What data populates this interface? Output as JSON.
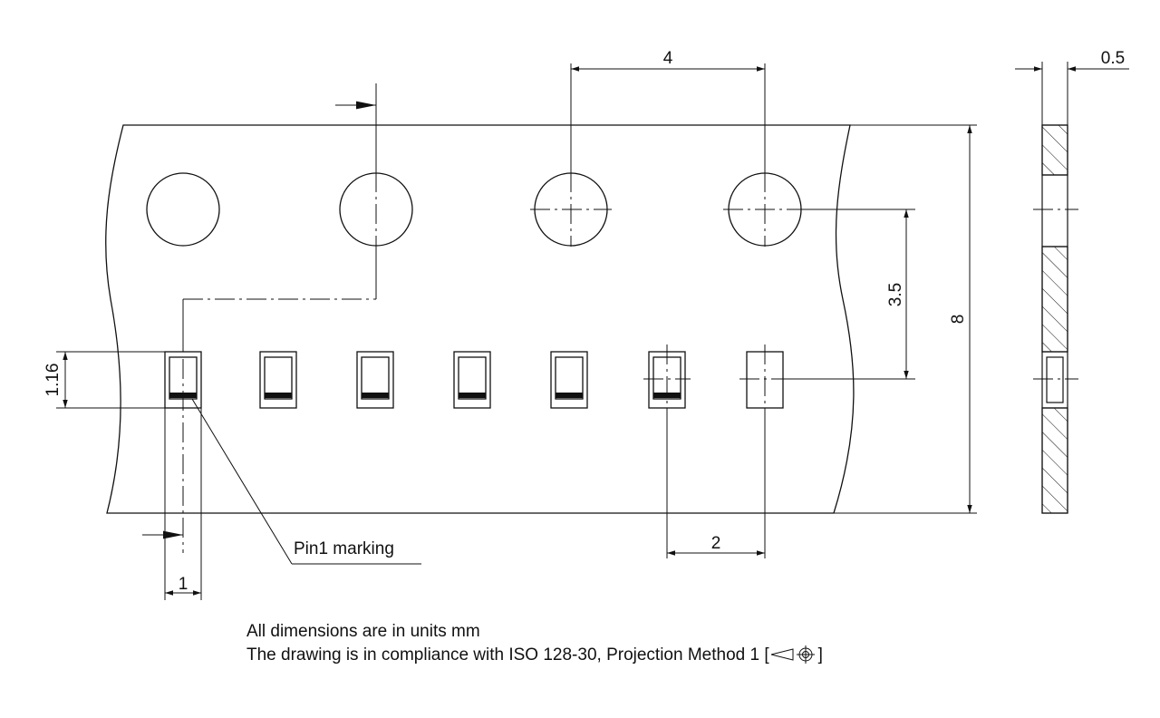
{
  "dimensions": {
    "pitch_sprocket": "4",
    "thickness": "0.5",
    "center_distance": "3.5",
    "tape_width": "8",
    "pocket_height": "1.16",
    "pocket_pitch": "2",
    "offset": "1"
  },
  "labels": {
    "pin1": "Pin1 marking"
  },
  "notes": {
    "line1": "All dimensions are in units mm",
    "line2": "The drawing is in compliance with ISO 128-30, Projection Method 1 [",
    "line2_end": "]"
  },
  "colors": {
    "line": "#111111",
    "background": "#ffffff"
  }
}
